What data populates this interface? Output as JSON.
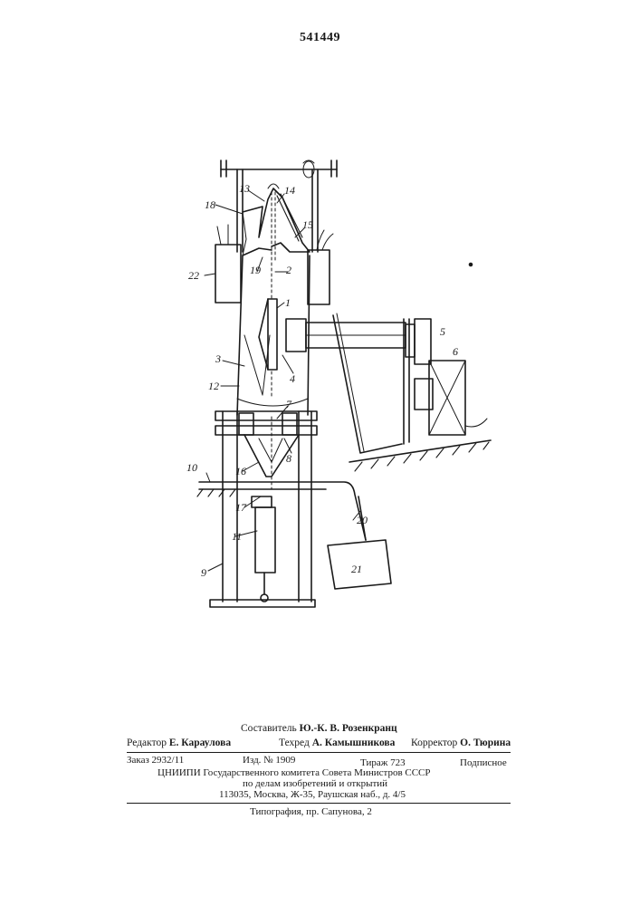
{
  "patent_number": "541449",
  "figure_labels": [
    "1",
    "2",
    "3",
    "4",
    "5",
    "6",
    "7",
    "8",
    "9",
    "10",
    "11",
    "12",
    "13",
    "14",
    "15",
    "16",
    "17",
    "18",
    "19",
    "20",
    "21",
    "22"
  ],
  "credits": {
    "compiler_role": "Составитель",
    "compiler_name": "Ю.-К. В. Розенкранц",
    "editor_role": "Редактор",
    "editor_name": "Е. Караулова",
    "techred_role": "Техред",
    "techred_name": "А. Камышникова",
    "corrector_role": "Корректор",
    "corrector_name": "О. Тюрина"
  },
  "imprint": {
    "order": "Заказ 2932/11",
    "edition": "Изд. № 1909",
    "circulation": "Тираж 723",
    "subscription": "Подписное",
    "org_line1": "ЦНИИПИ Государственного комитета Совета Министров СССР",
    "org_line2": "по делам изобретений и открытий",
    "address": "113035, Москва, Ж-35, Раушская наб., д. 4/5",
    "printer": "Типография, пр. Сапунова, 2"
  }
}
